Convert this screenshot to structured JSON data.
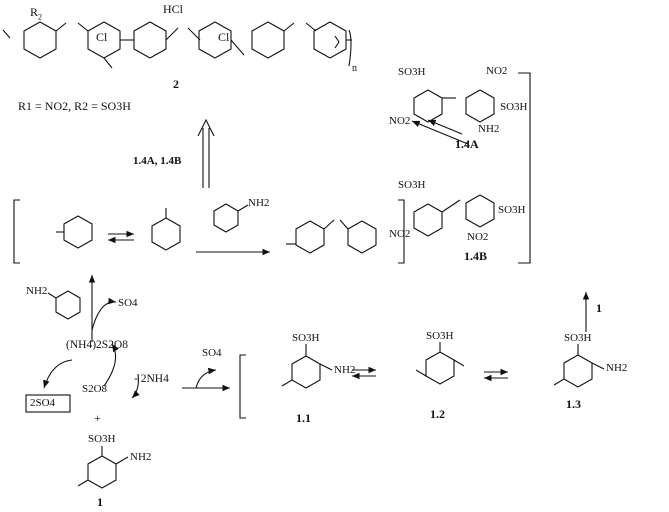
{
  "diagram": {
    "compound_ids": {
      "c1": "1",
      "c1_1": "1.1",
      "c1_2": "1.2",
      "c1_3": "1.3",
      "c1_4A": "1.4A",
      "c1_4B": "1.4B",
      "c2": "2"
    },
    "substituent_legend": "R1 = NO2, R2 = SO3H",
    "arrow_labels": {
      "to_polymer": "1.4A, 1.4B",
      "radical_to_dimers": "1"
    },
    "reagents": {
      "oxidant": "(NH4)2S2O8",
      "persulfate_radical": "S2O8",
      "boxed_sulfate": "2SO4",
      "ammonium_loss": "- 2NH4",
      "sulfate_anion": "SO4",
      "plus_sign": "+"
    },
    "groups": {
      "sulfonic": "SO3H",
      "amine": "NH2",
      "nitro": "NO2",
      "chloride": "Cl",
      "hydrochloride": "HCl",
      "repeat_index": "n"
    }
  }
}
